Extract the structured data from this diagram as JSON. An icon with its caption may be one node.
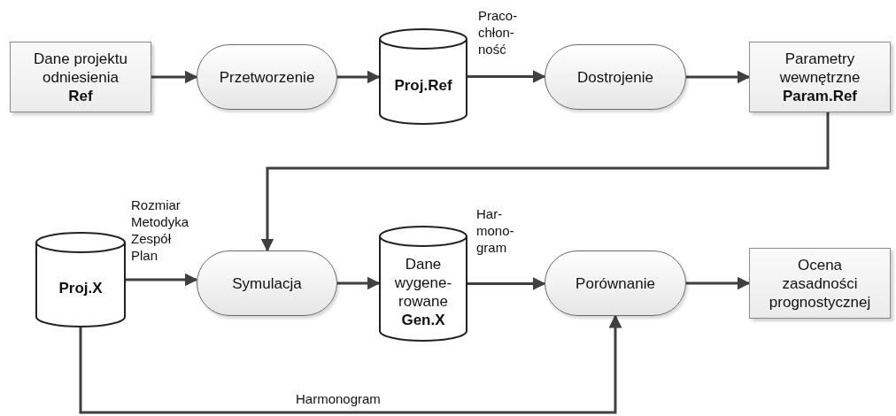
{
  "diagram": {
    "nodes": [
      {
        "text": [
          "Dane projektu odniesienia",
          "Ref"
        ]
      },
      {
        "text": [
          "Przetworzenie"
        ]
      },
      {
        "text": [
          "Proj.Ref"
        ]
      },
      {
        "text": [
          "Dostrojenie"
        ]
      },
      {
        "text": [
          "Parametry wewnętrzne",
          "Param.Ref"
        ]
      },
      {
        "text": [
          "Proj.X"
        ]
      },
      {
        "text": [
          "Symulacja"
        ]
      },
      {
        "text": [
          "Dane wygene-rowane",
          "Gen.X"
        ]
      },
      {
        "text": [
          "Porównanie"
        ]
      },
      {
        "text": [
          "Ocena zasadności prognostycznej"
        ]
      }
    ],
    "edges": [
      {
        "from": 0,
        "to": 1,
        "arrow": "to"
      },
      {
        "from": 1,
        "to": 2,
        "arrow": "to"
      },
      {
        "from": 2,
        "to": 3,
        "arrow": "to",
        "label": "Praco-chłon-ność"
      },
      {
        "from": 3,
        "to": 4,
        "arrow": "to"
      },
      {
        "from": 4,
        "to": 6,
        "arrow": "to"
      },
      {
        "from": 5,
        "to": 6,
        "arrow": "to",
        "label": "Rozmiar Metodyka Zespół Plan"
      },
      {
        "from": 6,
        "to": 7,
        "arrow": "to"
      },
      {
        "from": 7,
        "to": 8,
        "arrow": "to",
        "label": "Har-mono-gram"
      },
      {
        "from": 8,
        "to": 9,
        "arrow": "to"
      },
      {
        "from": 5,
        "to": 8,
        "arrow": "to",
        "label": "Harmonogram"
      }
    ]
  }
}
